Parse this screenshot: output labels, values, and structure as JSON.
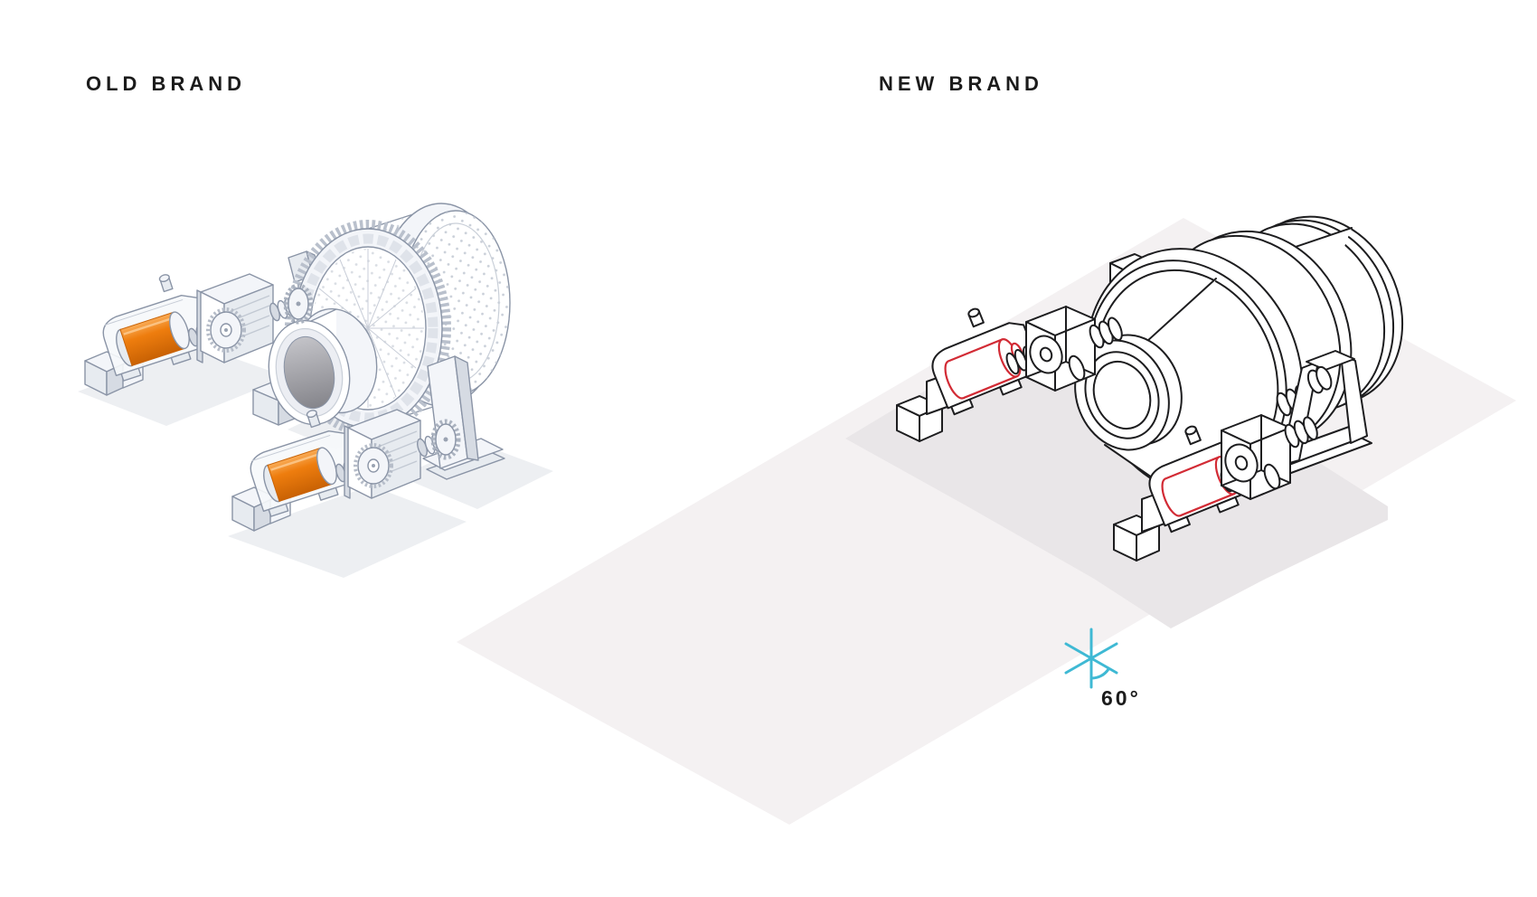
{
  "header": {
    "left_title": "OLD BRAND",
    "right_title": "NEW BRAND"
  },
  "angle_callout": {
    "label": "60°",
    "icon": "isometric-asterisk-icon"
  },
  "colors": {
    "label": "#1b1b1b",
    "ink": "#1d1d1f",
    "blueprint": "#8a94a6",
    "orange": "#ee7d0e",
    "orange_dark": "#c96204",
    "orange_light": "#f9ab55",
    "red": "#d22b35",
    "cyan": "#3fb9d4",
    "plane": "#f4f1f2",
    "plane_shadow": "#e9e6e8",
    "soft_shadow": "#edeff2"
  }
}
